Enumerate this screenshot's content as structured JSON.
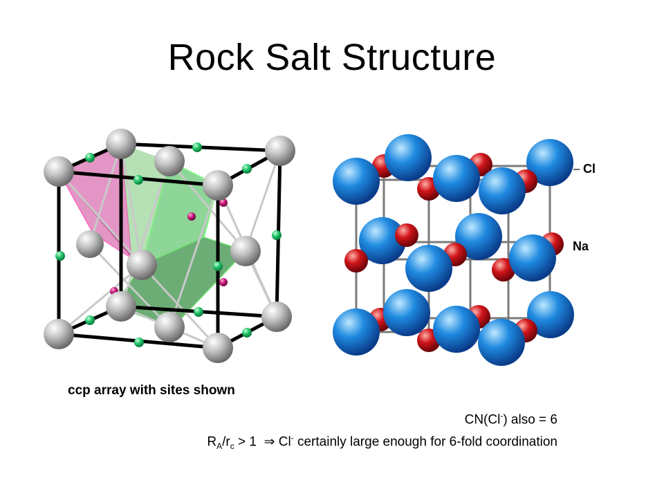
{
  "title": "Rock Salt Structure",
  "ccp_caption": "ccp array with sites shown",
  "labels": {
    "cl": "Cl",
    "na": "Na"
  },
  "cn_line": {
    "prefix": "CN(Cl",
    "sup": "-",
    "suffix": ") also = 6"
  },
  "ratio_line": {
    "r_a": "R",
    "r_a_sub": "A",
    "slash": "/r",
    "r_c_sub": "c",
    "middle": " > 1  ",
    "arrow": "⇒",
    "cl": " Cl",
    "cl_sup": "-",
    "rest": " certainly large enough for 6-fold coordination"
  },
  "colors": {
    "cl_ion": "#1f7fd6",
    "na_ion": "#d0141a",
    "lattice_atom": "#b8b8b8",
    "tetrahedral_site": "#c8187a",
    "octahedral_site": "#22c46a",
    "tetrahedron": "#c0408a",
    "octahedron": "#40b040"
  }
}
